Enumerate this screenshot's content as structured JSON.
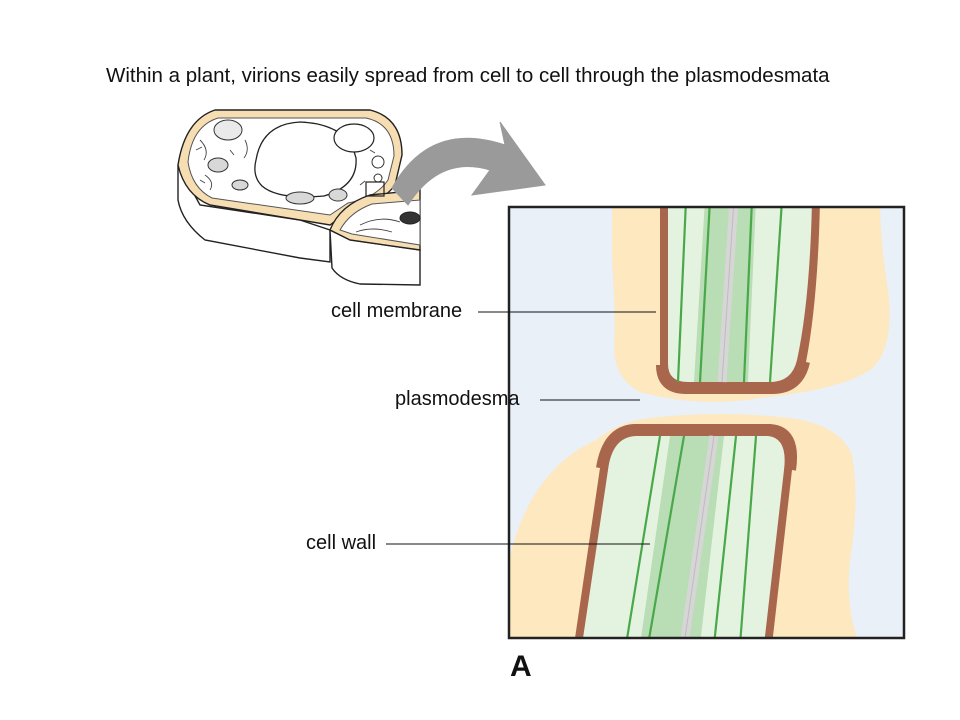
{
  "caption": "Within a plant, virions easily spread from cell to cell through the plasmodesmata",
  "labels": {
    "cell_membrane": "cell membrane",
    "plasmodesma": "plasmodesma",
    "cell_wall": "cell wall"
  },
  "panel_letter": "A",
  "colors": {
    "wall": "#fde8bf",
    "membrane": "#a8674c",
    "cytoplasm": "#e4f3e0",
    "er_green": "#49a84a",
    "er_fill": "#b9ddb4",
    "desmotubule": "#d6d6d6",
    "background": "#e9f0f8",
    "arrow": "#9a9a9a"
  }
}
